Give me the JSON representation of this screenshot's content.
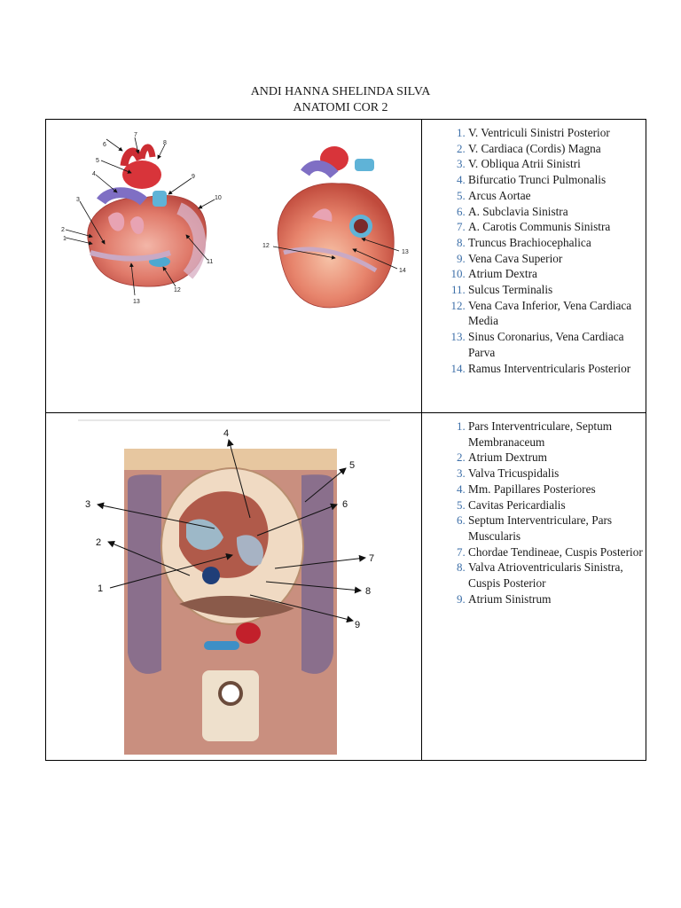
{
  "header": {
    "author": "ANDI HANNA SHELINDA SILVA",
    "title": "ANATOMI COR 2"
  },
  "sections": [
    {
      "figure": {
        "left_heart_labels": [
          "1",
          "2",
          "3",
          "4",
          "5",
          "6",
          "7",
          "8",
          "9",
          "10",
          "11",
          "12",
          "13"
        ],
        "right_heart_labels": [
          "12",
          "13",
          "14"
        ]
      },
      "items": [
        "V. Ventriculi Sinistri Posterior",
        "V. Cardiaca (Cordis) Magna",
        "V. Obliqua Atrii Sinistri",
        "Bifurcatio Trunci Pulmonalis",
        "Arcus Aortae",
        "A. Subclavia Sinistra",
        "A. Carotis Communis Sinistra",
        "Truncus Brachiocephalica",
        "Vena Cava Superior",
        "Atrium Dextra",
        "Sulcus Terminalis",
        "Vena Cava Inferior, Vena Cardiaca Media",
        "Sinus Coronarius, Vena Cardiaca Parva",
        "Ramus Interventricularis Posterior"
      ]
    },
    {
      "figure": {
        "labels": [
          "1",
          "2",
          "3",
          "4",
          "5",
          "6",
          "7",
          "8",
          "9"
        ]
      },
      "items": [
        "Pars Interventriculare, Septum Membranaceum",
        "Atrium Dextrum",
        "Valva Tricuspidalis",
        "Mm. Papillares Posteriores",
        "Cavitas Pericardialis",
        "Septum Interventriculare, Pars Muscularis",
        "Chordae Tendineae, Cuspis Posterior",
        "Valva Atrioventricularis Sinistra, Cuspis Posterior",
        "Atrium Sinistrum"
      ]
    }
  ]
}
